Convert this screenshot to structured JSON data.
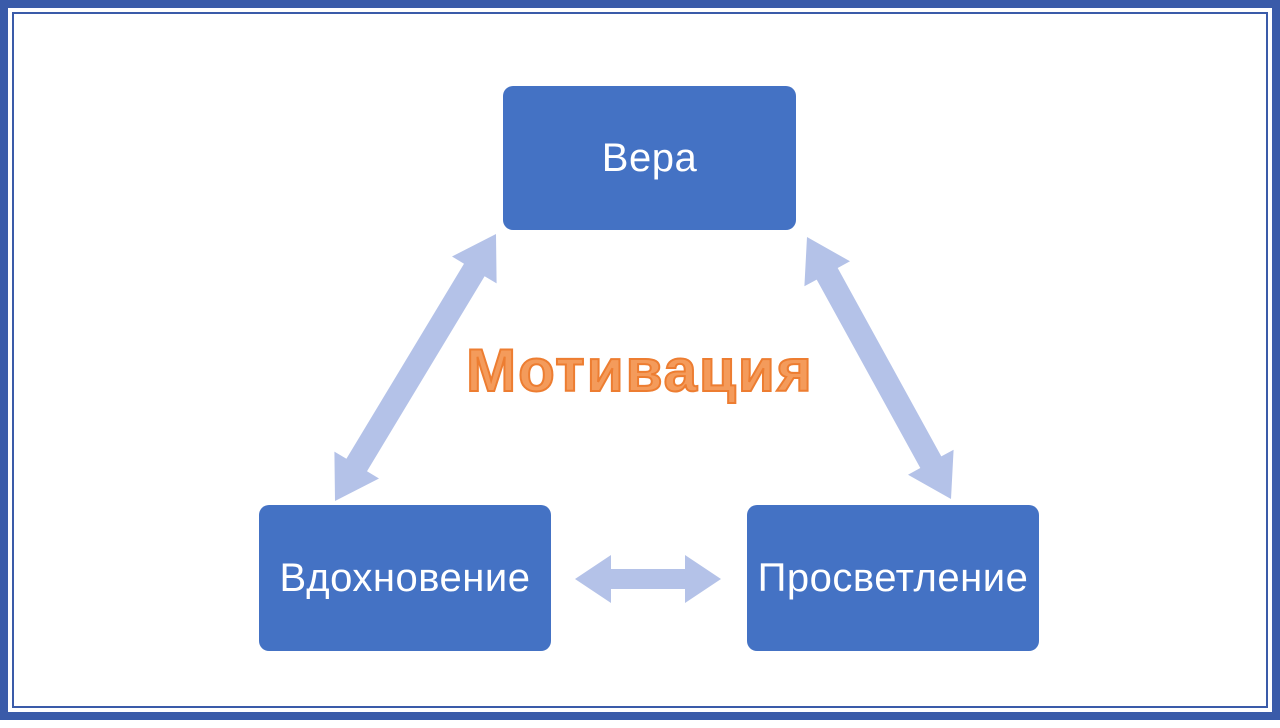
{
  "slide": {
    "center_label": "Мотивация",
    "nodes": [
      {
        "id": "faith",
        "label": "Вера"
      },
      {
        "id": "inspiration",
        "label": "Вдохновение"
      },
      {
        "id": "enlightenment",
        "label": "Просветление"
      }
    ],
    "colors": {
      "frame": "#3A5BA9",
      "node_fill": "#4472C4",
      "node_text": "#FFFFFF",
      "arrow": "#B4C2E8",
      "center_text": "#F49B5B",
      "center_stroke": "#ED7D31"
    }
  }
}
